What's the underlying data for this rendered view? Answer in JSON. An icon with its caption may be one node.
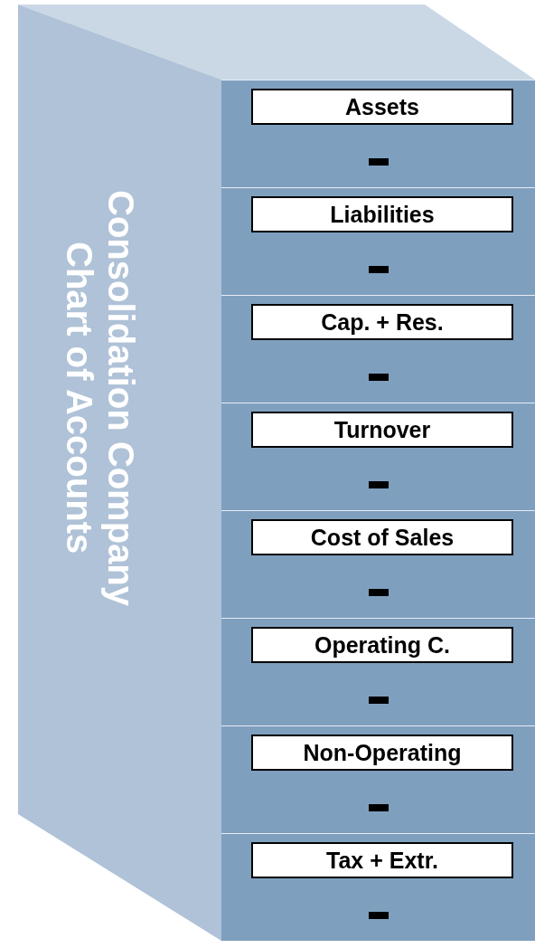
{
  "diagram": {
    "nodes": [
      {
        "text": [
          "Consolidation Company Chart of Accounts"
        ]
      },
      {
        "text": [
          "Assets"
        ]
      },
      {
        "text": [
          "Liabilities"
        ]
      },
      {
        "text": [
          "Cap. + Res."
        ]
      },
      {
        "text": [
          "Turnover"
        ]
      },
      {
        "text": [
          "Cost of Sales"
        ]
      },
      {
        "text": [
          "Operating C."
        ]
      },
      {
        "text": [
          "Non-Operating"
        ]
      },
      {
        "text": [
          "Tax + Extr."
        ]
      }
    ]
  }
}
